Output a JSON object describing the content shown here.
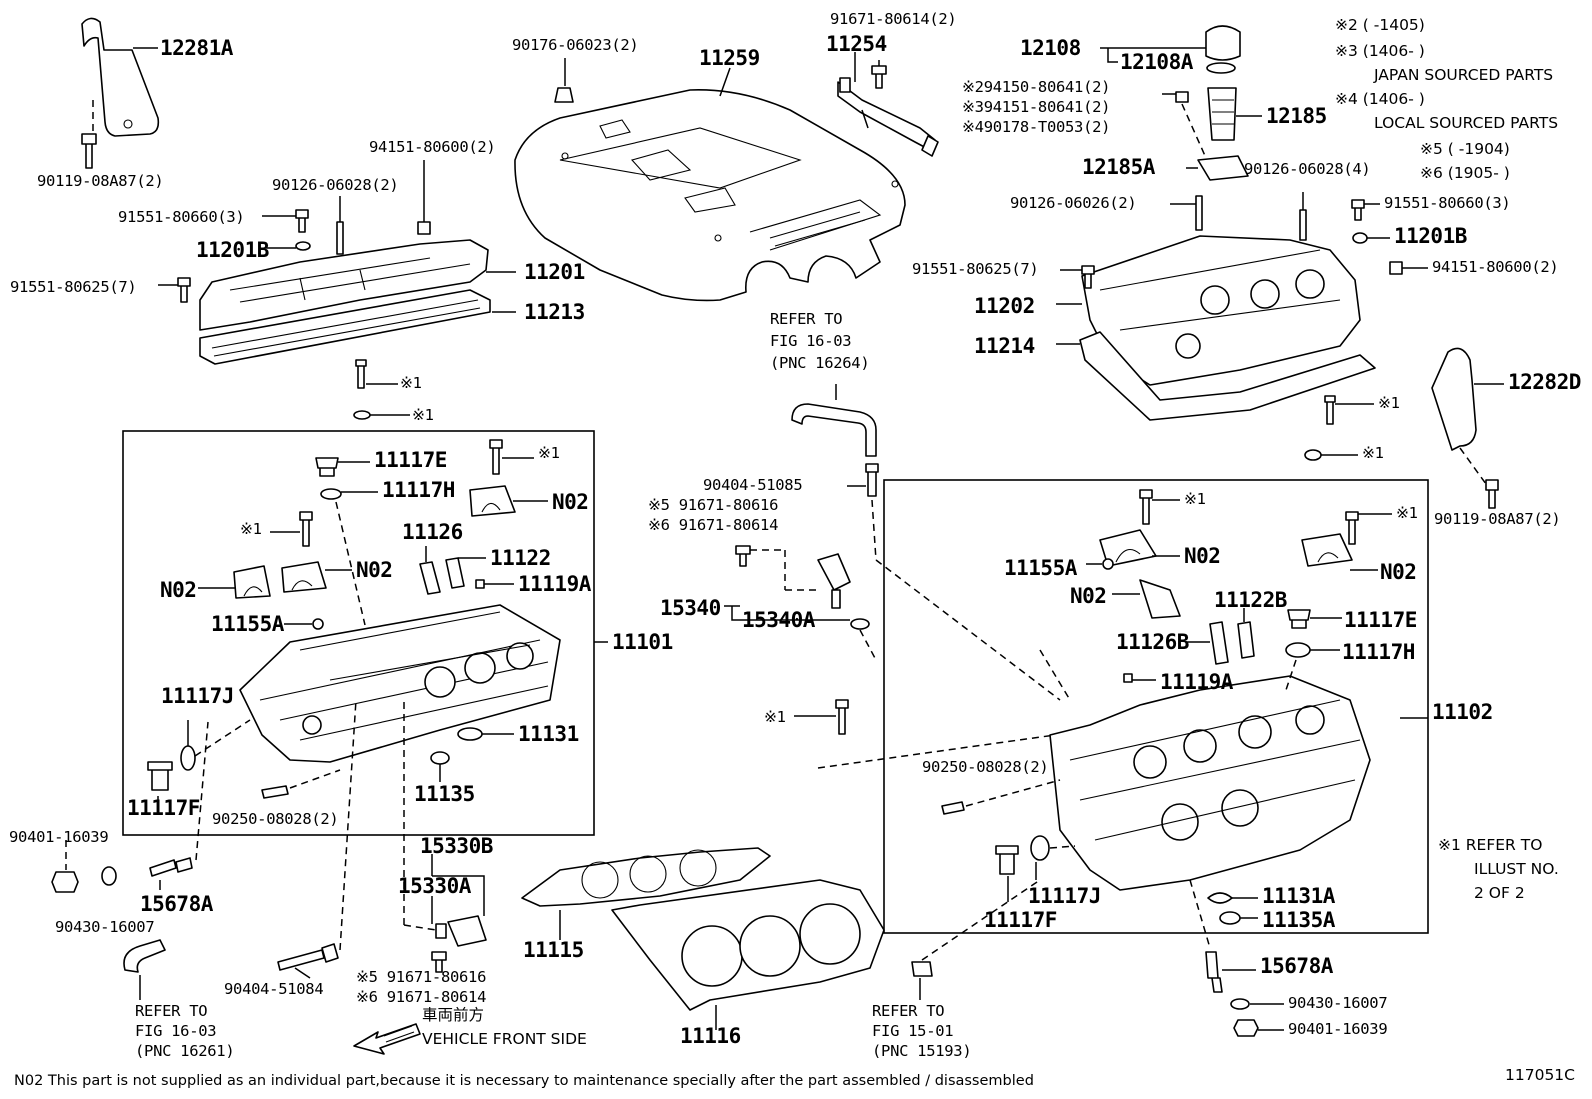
{
  "illustration_no": "117051C",
  "footnote": "N02 This part is not supplied as an individual part,because it is necessary to maintenance specially after the part assembled / disassembled",
  "direction": {
    "jp": "車両前方",
    "en": "VEHICLE FRONT SIDE"
  },
  "legend": {
    "n2": "※2 (       -1405)",
    "n3": "※3 (1406-        )",
    "n3b": "JAPAN SOURCED PARTS",
    "n4": "※4 (1406-        )",
    "n4b": "LOCAL SOURCED PARTS",
    "n5": "※5 (        -1904)",
    "n6": "※6 (1905-        )",
    "r1": "※1 REFER TO",
    "r2": "ILLUST NO.",
    "r3": "2 OF 2"
  },
  "refs": {
    "a1": "REFER TO",
    "a2": "FIG 16-03",
    "a3": "(PNC 16264)",
    "b1": "REFER TO",
    "b2": "FIG 16-03",
    "b3": "(PNC 16261)",
    "c1": "REFER TO",
    "c2": "FIG 15-01",
    "c3": "(PNC 15193)"
  },
  "labels": {
    "p12281A": "12281A",
    "p90119a": "90119-08A87(2)",
    "p90176": "90176-06023(2)",
    "p11259": "11259",
    "p91671_80614_top": "91671-80614(2)",
    "p11254": "11254",
    "p12108": "12108",
    "p12108A": "12108A",
    "p94150": "※294150-80641(2)",
    "p94151_80641": "※394151-80641(2)",
    "p90178": "※490178-T0053(2)",
    "p12185": "12185",
    "p12185A": "12185A",
    "p90126_06028_4": "90126-06028(4)",
    "p90126_06026": "90126-06026(2)",
    "p94151_80600_l": "94151-80600(2)",
    "p90126_06028_2": "90126-06028(2)",
    "p91551_80660_l": "91551-80660(3)",
    "p11201B_l": "11201B",
    "p91551_80625_l": "91551-80625(7)",
    "p11201": "11201",
    "p11213": "11213",
    "m1a": "※1",
    "m1b": "※1",
    "p91551_80660_r": "91551-80660(3)",
    "p11201B_r": "11201B",
    "p91551_80625_r": "91551-80625(7)",
    "p94151_80600_r": "94151-80600(2)",
    "p11202": "11202",
    "p11214": "11214",
    "p12282D": "12282D",
    "m1c": "※1",
    "m1d": "※1",
    "p90119b": "90119-08A87(2)",
    "p11117E_l": "11117E",
    "m1e": "※1",
    "p11117H_l": "11117H",
    "pN02a": "N02",
    "m1f": "※1",
    "pN02b": "N02",
    "pN02c": "N02",
    "p11126": "11126",
    "p11122": "11122",
    "p11119A_l": "11119A",
    "p11155A_l": "11155A",
    "p11101": "11101",
    "p11117J_l": "11117J",
    "p11131": "11131",
    "p11135": "11135",
    "p11117F_l": "11117F",
    "p90250_l": "90250-08028(2)",
    "p90401_l": "90401-16039",
    "p90430_l": "90430-16007",
    "p15678A_l": "15678A",
    "p90404_51084": "90404-51084",
    "p15330B": "15330B",
    "p15330A": "15330A",
    "p91671_80616_b": "※5 91671-80616",
    "p91671_80614_b": "※6 91671-80614",
    "p11115": "11115",
    "p11116": "11116",
    "p90404_51085": "90404-51085",
    "p91671_80616_m": "※5 91671-80616",
    "p91671_80614_m": "※6 91671-80614",
    "p15340": "15340",
    "p15340A": "15340A",
    "m1g": "※1",
    "m1h": "※1",
    "m1i": "※1",
    "p11155A_r": "11155A",
    "pN02d": "N02",
    "pN02e": "N02",
    "pN02f": "N02",
    "p11122B": "11122B",
    "p11117E_r": "11117E",
    "p11126B": "11126B",
    "p11117H_r": "11117H",
    "p11119A_r": "11119A",
    "p11102": "11102",
    "p90250_r": "90250-08028(2)",
    "p11117J_r": "11117J",
    "p11117F_r": "11117F",
    "p11131A": "11131A",
    "p11135A": "11135A",
    "p15678A_r": "15678A",
    "p90430_r": "90430-16007",
    "p90401_r": "90401-16039"
  }
}
